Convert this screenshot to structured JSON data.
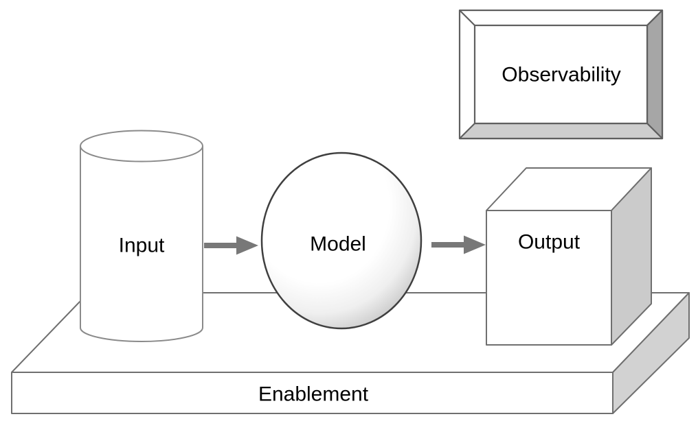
{
  "diagram": {
    "nodes": {
      "input": {
        "label": "Input",
        "shape": "cylinder"
      },
      "model": {
        "label": "Model",
        "shape": "sphere"
      },
      "output": {
        "label": "Output",
        "shape": "cube"
      },
      "observability": {
        "label": "Observability",
        "shape": "framed-panel"
      },
      "enablement": {
        "label": "Enablement",
        "shape": "platform-slab"
      }
    },
    "edges": [
      {
        "from": "Input",
        "to": "Model"
      },
      {
        "from": "Model",
        "to": "Output"
      }
    ],
    "colors": {
      "background": "#ffffff",
      "shape-fill": "#ffffff",
      "outline": "#6f6f6f",
      "cylinder-outline": "#8a8a8a",
      "sphere-outline": "#3f3f3f",
      "frame-outline": "#5f5f5f",
      "arrow": "#787878",
      "cube-side": "#cbcbcb",
      "platform-side": "#d2d2d2",
      "frame-side": "#a6a6a6",
      "frame-bottom": "#cecece",
      "text": "#000000"
    }
  }
}
